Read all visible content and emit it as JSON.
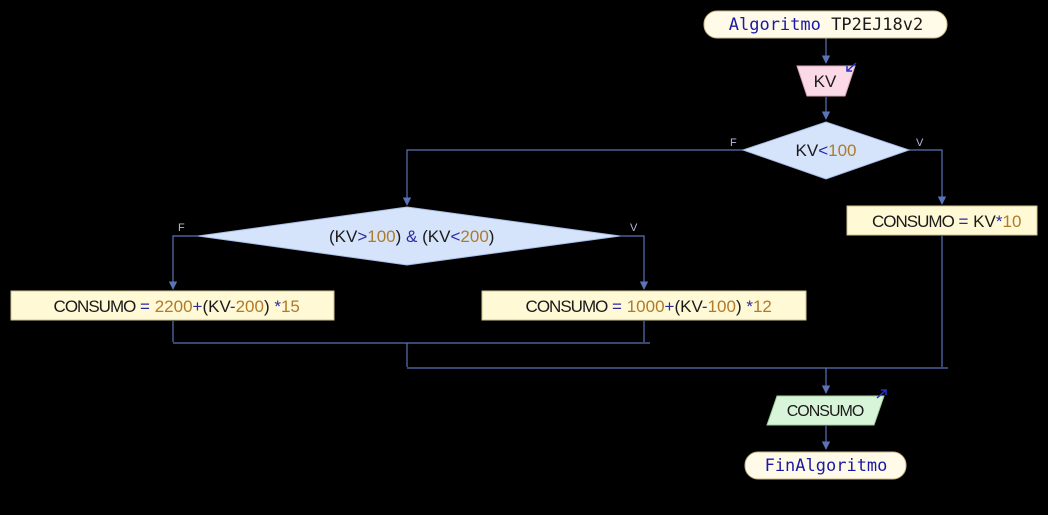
{
  "colors": {
    "background": "#000000",
    "line": "#5b73b8",
    "terminator_fill": "#fffbe8",
    "terminator_stroke": "#c9b98a",
    "keyword": "#1a1aa6",
    "input_fill": "#fbd9e6",
    "output_fill": "#d9f5d9",
    "decision_fill": "#d6e4fb",
    "decision_stroke": "#a8bde6",
    "process_fill": "#fff9d6",
    "process_stroke": "#cfc48c",
    "text": "#1a1a1a",
    "number": "#b07a2a",
    "operator": "#2a2aa0",
    "flag_label": "#b5b8d8",
    "io_arrow": "#2233cc"
  },
  "start": {
    "keyword": "Algoritmo",
    "name": "TP2EJ18v2"
  },
  "input": {
    "variable": "KV",
    "icon": "input-arrow-icon"
  },
  "decision1": {
    "var": "KV",
    "op": "<",
    "value": "100",
    "false_label": "F",
    "true_label": "V"
  },
  "decision2": {
    "open1": "(",
    "var1": "KV",
    "op1": ">",
    "val1": "100",
    "close1": ")",
    "and": " & ",
    "open2": "(",
    "var2": "KV",
    "op2": "<",
    "val2": "200",
    "close2": ")",
    "false_label": "F",
    "true_label": "V"
  },
  "assign_true": {
    "target": "CONSUMO",
    "eq": " = ",
    "var": "KV",
    "mult": "*",
    "val": "10"
  },
  "assign_else_false": {
    "target": "CONSUMO",
    "eq": " = ",
    "base": "2200",
    "plus": "+",
    "open": "(",
    "var": "KV",
    "minus": "-",
    "sub": "200",
    "close": ")",
    "mult": " *",
    "factor": "15"
  },
  "assign_else_true": {
    "target": "CONSUMO",
    "eq": " = ",
    "base": "1000",
    "plus": "+",
    "open": "(",
    "var": "KV",
    "minus": "-",
    "sub": "100",
    "close": ")",
    "mult": " *",
    "factor": "12"
  },
  "output": {
    "variable": "CONSUMO",
    "icon": "output-arrow-icon"
  },
  "end": {
    "keyword": "FinAlgoritmo"
  }
}
